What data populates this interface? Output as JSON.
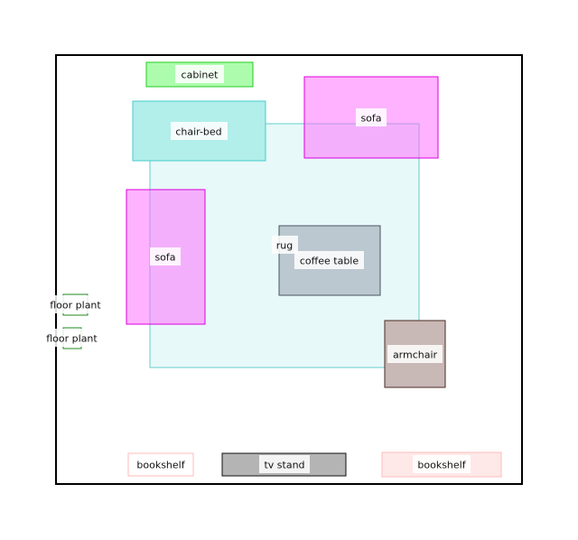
{
  "furniture": [
    {
      "id": "rug",
      "label": "rug",
      "fill": "#b2ebeb",
      "stroke": "#66cccc",
      "opacity": 0.3
    },
    {
      "id": "cabinet",
      "label": "cabinet",
      "fill": "#adfcad",
      "stroke": "#22cc22",
      "opacity": 1
    },
    {
      "id": "chair-bed",
      "label": "chair-bed",
      "fill": "#b2eeea",
      "stroke": "#44cccc",
      "opacity": 1
    },
    {
      "id": "sofa-top",
      "label": "sofa",
      "fill": "#ff66ff",
      "stroke": "#dd00dd",
      "opacity": 0.5
    },
    {
      "id": "sofa-left",
      "label": "sofa",
      "fill": "#ff66ff",
      "stroke": "#dd00dd",
      "opacity": 0.5
    },
    {
      "id": "coffee-table",
      "label": "coffee table",
      "fill": "#bcc8d0",
      "stroke": "#4a5565",
      "opacity": 1
    },
    {
      "id": "armchair",
      "label": "armchair",
      "fill": "#c8b8b6",
      "stroke": "#4a2a22",
      "opacity": 1
    },
    {
      "id": "floor-plant-1",
      "label": "floor plant",
      "fill": "#ffffff",
      "stroke": "#228822",
      "opacity": 1
    },
    {
      "id": "floor-plant-2",
      "label": "floor plant",
      "fill": "#ffffff",
      "stroke": "#228822",
      "opacity": 1
    },
    {
      "id": "bookshelf-left",
      "label": "bookshelf",
      "fill": "#ffffff",
      "stroke": "#ffbbbb",
      "opacity": 1
    },
    {
      "id": "tv-stand",
      "label": "tv stand",
      "fill": "#b4b4b4",
      "stroke": "#111111",
      "opacity": 1
    },
    {
      "id": "bookshelf-right",
      "label": "bookshelf",
      "fill": "#ffe8e8",
      "stroke": "#ffbbbb",
      "opacity": 1
    }
  ]
}
